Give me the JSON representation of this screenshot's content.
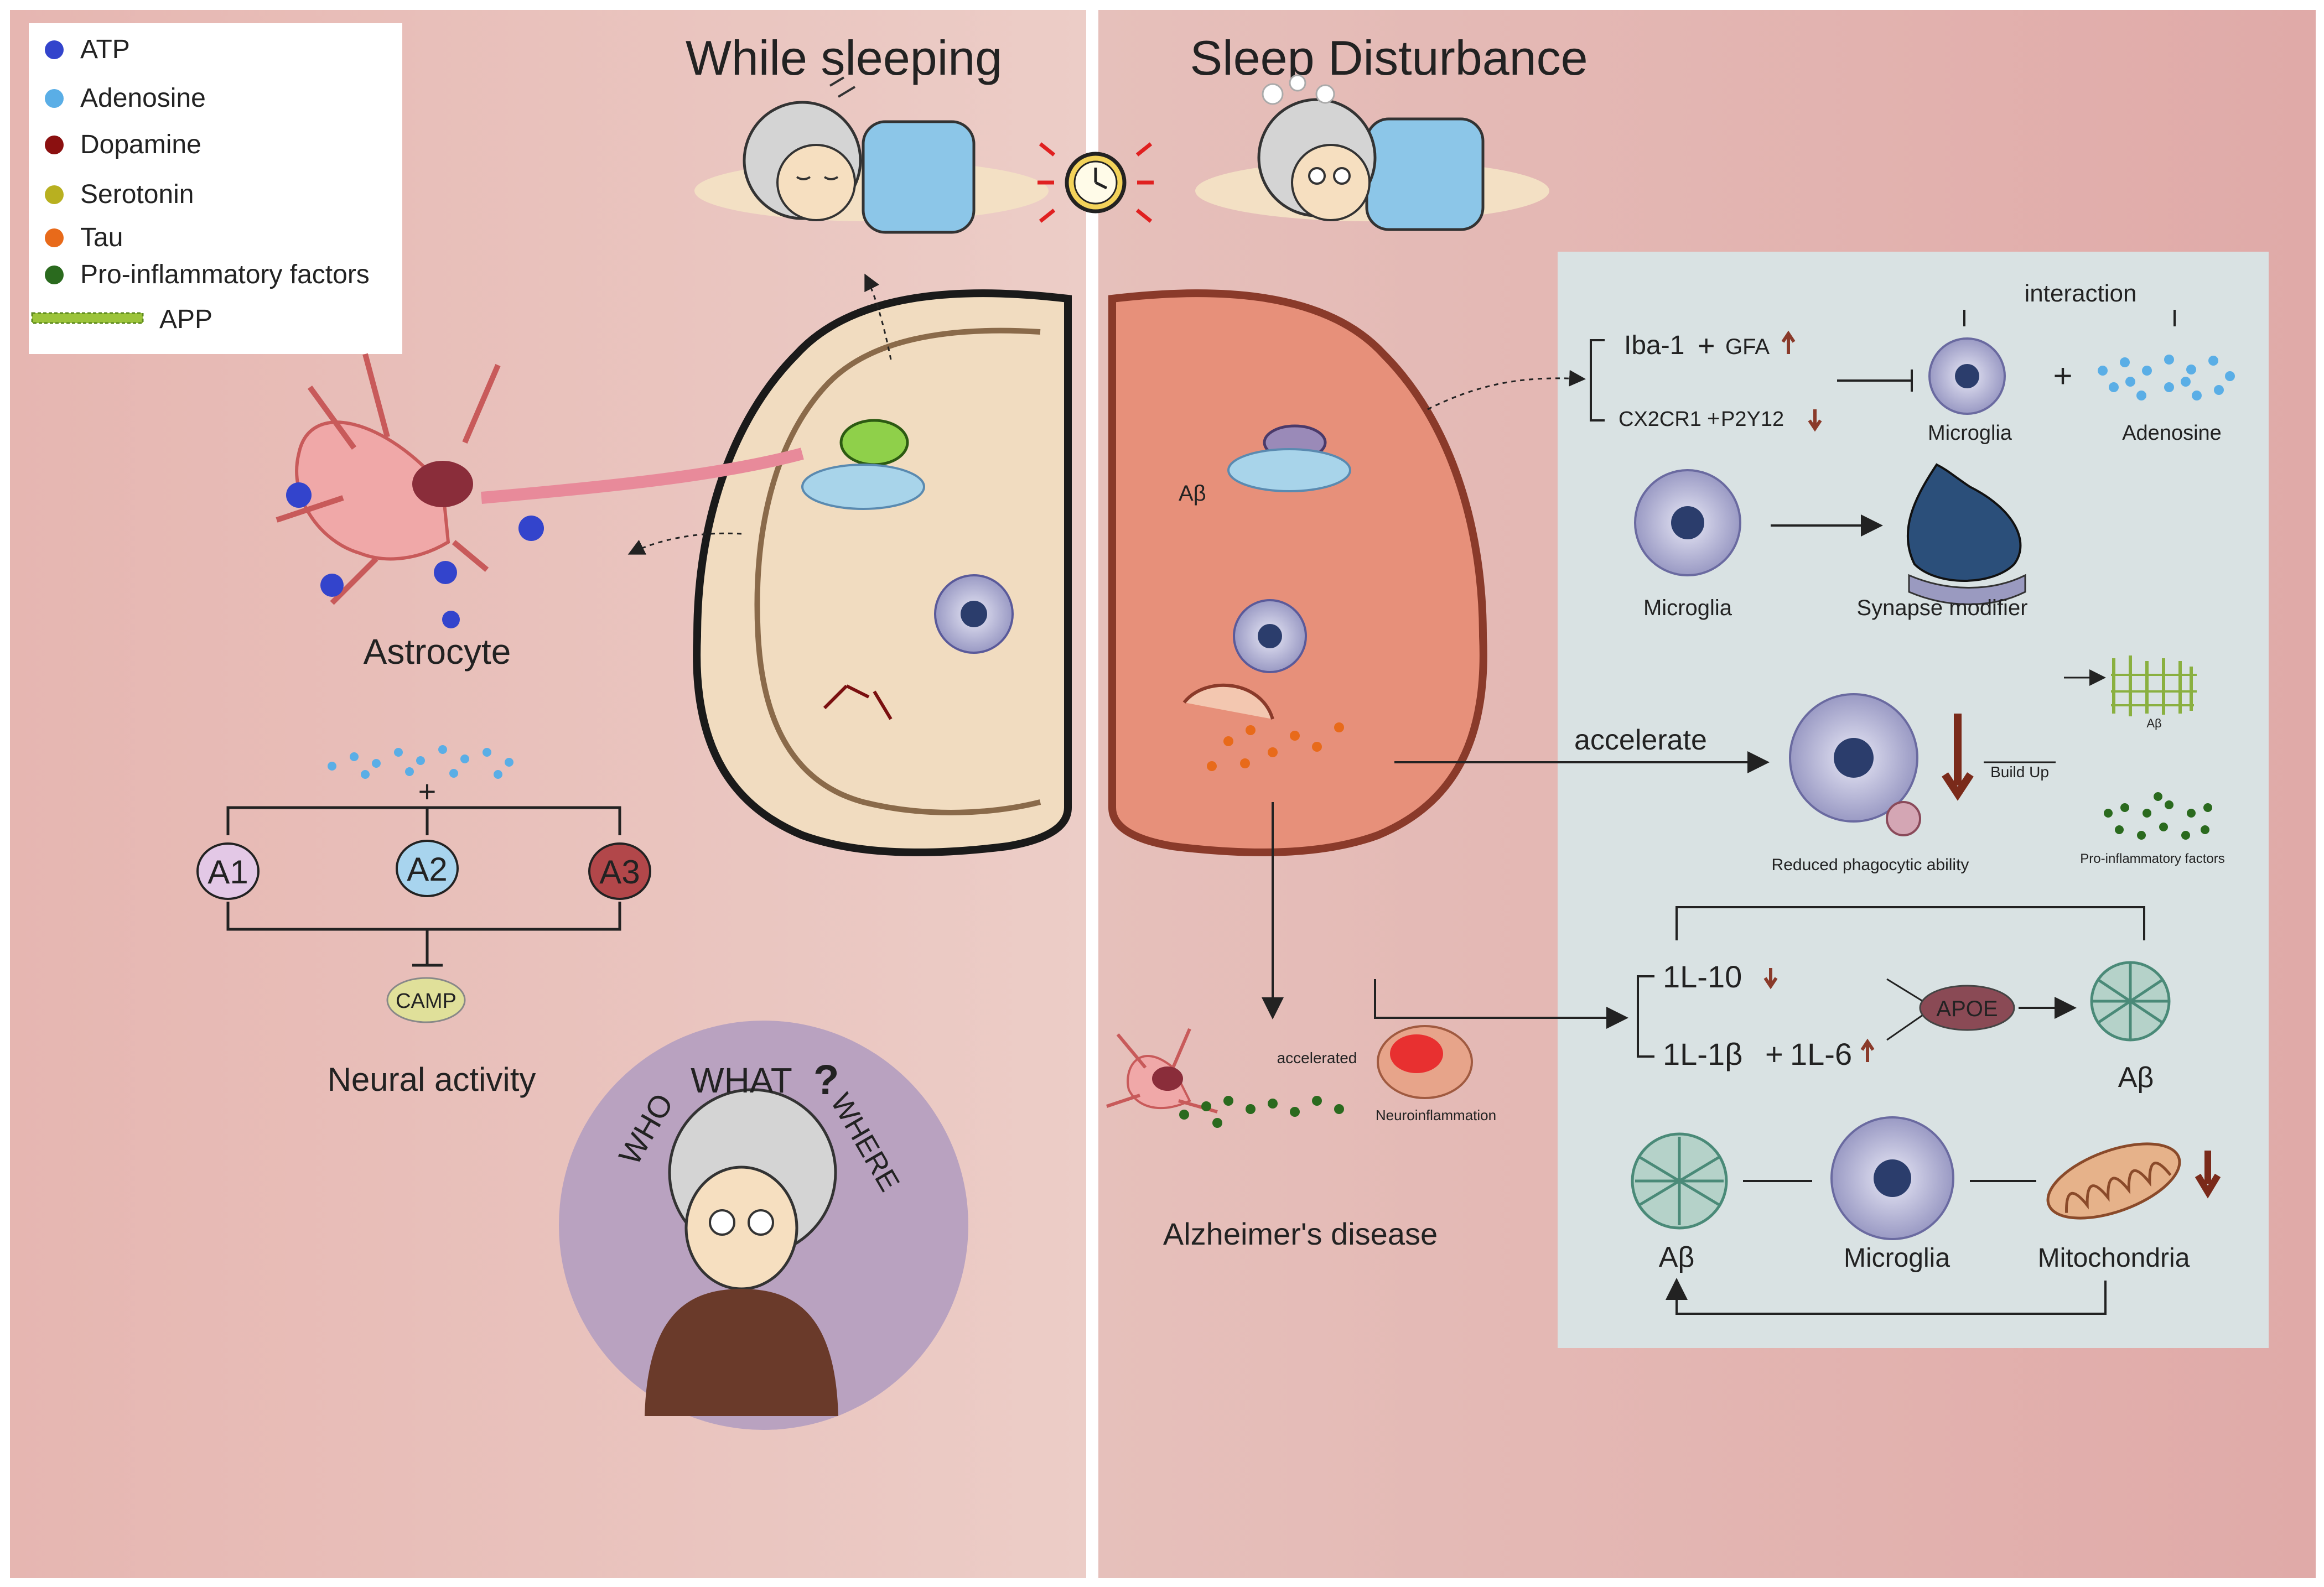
{
  "panels": {
    "left_title": "While sleeping",
    "right_title": "Sleep Disturbance"
  },
  "legend": {
    "items": [
      {
        "label": "ATP",
        "color": "#3344cc"
      },
      {
        "label": "Adenosine",
        "color": "#5aaee6"
      },
      {
        "label": "Dopamine",
        "color": "#8b1010"
      },
      {
        "label": "Serotonin",
        "color": "#b8b020"
      },
      {
        "label": "Tau",
        "color": "#e86a1a"
      },
      {
        "label": "Pro-inflammatory factors",
        "color": "#2a6a1e"
      }
    ],
    "app_label": "APP"
  },
  "left": {
    "astrocyte": "Astrocyte",
    "plus": "+",
    "a1": "A1",
    "a2": "A2",
    "a3": "A3",
    "camp": "CAMP",
    "neural_activity": "Neural activity",
    "who": "WHO",
    "what": "WHAT",
    "where": "WHERE",
    "q": "?"
  },
  "right": {
    "interaction": "interaction",
    "iba1": "Iba-1",
    "iba_plus": "+",
    "gfa": "GFA",
    "cx2cr1": "CX2CR1",
    "p2y_plus": "+",
    "p2y12": "P2Y12",
    "microglia_top": "Microglia",
    "plus": "+",
    "adenosine": "Adenosine",
    "abeta_brain": "Aβ",
    "microglia_mid": "Microglia",
    "synapse_modifier": "Synapse modifier",
    "accelerate": "accelerate",
    "build_up": "Build Up",
    "abeta_small": "Aβ",
    "reduced_phago": "Reduced phagocytic ability",
    "pro_inflam_small": "Pro-inflammatory factors",
    "il10": "1L-10",
    "il1b": "1L-1β",
    "il_plus": "+",
    "il6": "1L-6",
    "apoe": "APOE",
    "abeta_apoe": "Aβ",
    "accelerated": "accelerated",
    "neuroinflammation": "Neuroinflammation",
    "alzheimers": "Alzheimer's disease",
    "abeta_bottom": "Aβ",
    "microglia_bottom": "Microglia",
    "mitochondria": "Mitochondria"
  }
}
